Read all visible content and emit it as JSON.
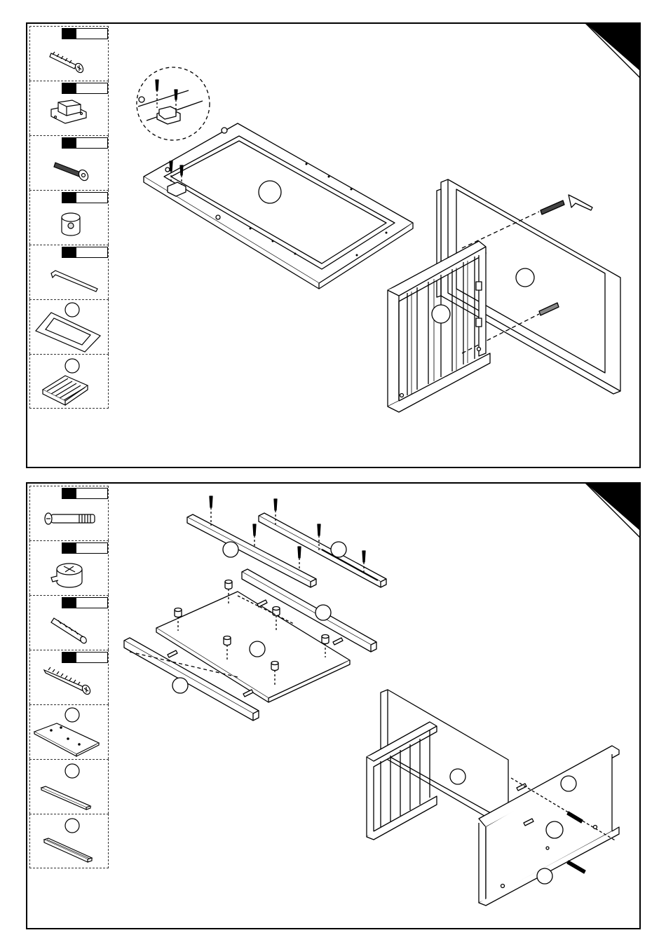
{
  "steps": [
    {
      "id": "step-1",
      "parts": [
        "screw",
        "magnetic-catch",
        "connector-bolt",
        "barrel-nut",
        "allen-key",
        "frame-panel",
        "slatted-side-panel"
      ],
      "icons": [
        "screw-icon",
        "magnet-catch-icon",
        "bolt-icon",
        "barrel-nut-icon",
        "allen-key-icon",
        "frame-panel-icon",
        "slatted-panel-icon"
      ]
    },
    {
      "id": "step-2",
      "parts": [
        "cam-bolt",
        "cam-lock",
        "wooden-dowel",
        "wood-screw",
        "flat-board",
        "rail",
        "grooved-rail"
      ],
      "icons": [
        "cam-bolt-icon",
        "cam-lock-icon",
        "dowel-icon",
        "wood-screw-icon",
        "board-icon",
        "rail-icon",
        "grooved-rail-icon"
      ]
    }
  ],
  "colors": {
    "line": "#000000",
    "dash": "#333333",
    "paper": "#ffffff"
  }
}
